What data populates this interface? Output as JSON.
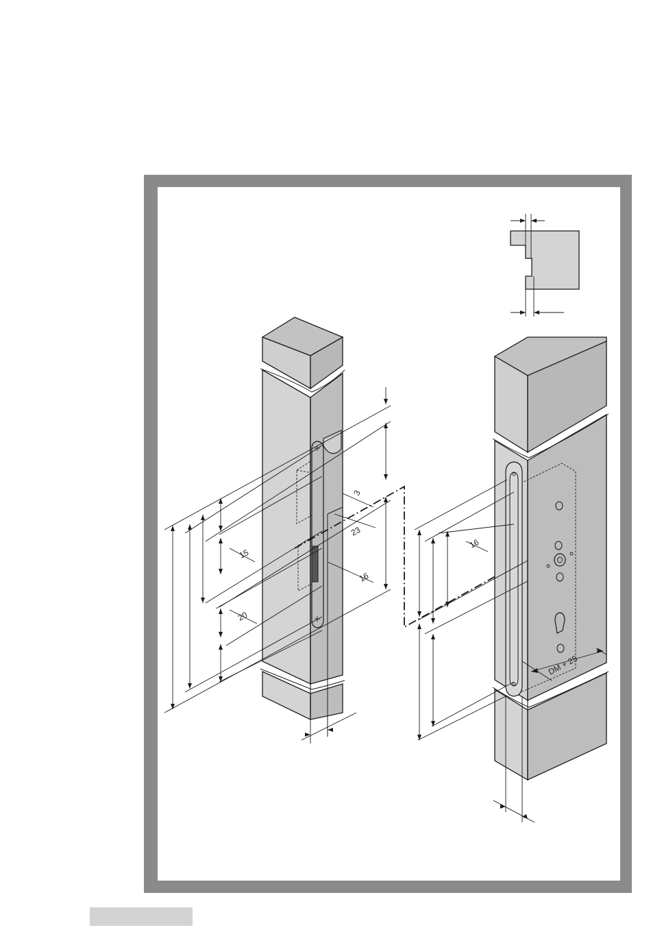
{
  "colors": {
    "frame": "#8a8a8a",
    "body_fill": "#d4d4d4",
    "top_fill": "#c2c2c2",
    "side_fill": "#b5b5b5",
    "line": "#1a1a1a",
    "footer_bar": "#d3d3d3"
  },
  "dimensions": {
    "d3": "3",
    "d23": "23",
    "d15": "15",
    "d16_left": "16",
    "d20": "20",
    "d16_right": "16",
    "dm25": "DM + 25"
  }
}
